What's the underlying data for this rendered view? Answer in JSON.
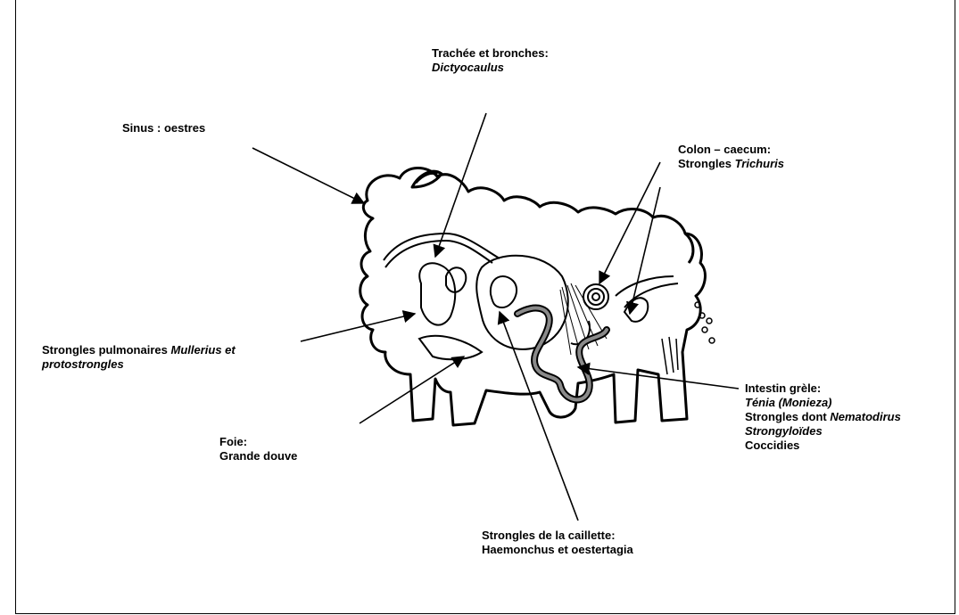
{
  "labels": {
    "trachea": {
      "line1": "Trachée et bronches:",
      "line2": "Dictyocaulus"
    },
    "sinus": {
      "line1": "Sinus : oestres"
    },
    "colon": {
      "line1": "Colon – caecum:",
      "line2_plain": "Strongles ",
      "line2_italic": "Trichuris"
    },
    "pulmonary": {
      "line1_plain": "Strongles pulmonaires ",
      "line1_italic": "Mullerius et",
      "line2_italic": "protostrongles"
    },
    "liver": {
      "line1": "Foie:",
      "line2": "Grande douve"
    },
    "intestine": {
      "line1": "Intestin grèle:",
      "line2_italic": "Ténia (Monieza)",
      "line3_plain": "Strongles dont ",
      "line3_italic": "Nematodirus",
      "line4_italic": "Strongyloïdes",
      "line5": "Coccidies"
    },
    "abomasum": {
      "line1": "Strongles de la caillette:",
      "line2": "Haemonchus et oestertagia"
    }
  },
  "colors": {
    "ink": "#000000",
    "background": "#ffffff",
    "intestine_fill": "#8a8a8a"
  }
}
